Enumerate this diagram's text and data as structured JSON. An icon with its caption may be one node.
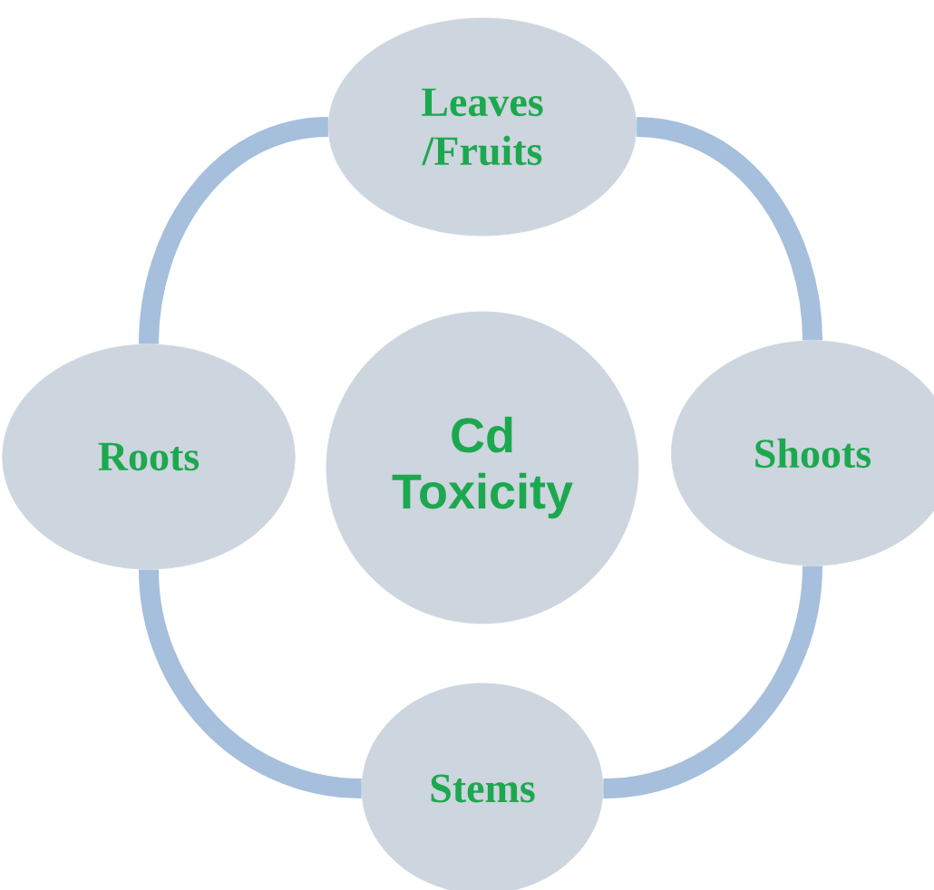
{
  "diagram": {
    "nodes": [
      {
        "text": [
          "Cd Toxicity"
        ]
      },
      {
        "text": [
          "Leaves /Fruits"
        ]
      },
      {
        "text": [
          "Shoots"
        ]
      },
      {
        "text": [
          "Stems"
        ]
      },
      {
        "text": [
          "Roots"
        ]
      }
    ],
    "edges": [
      {
        "from": 1,
        "to": 2,
        "arrow": "none"
      },
      {
        "from": 2,
        "to": 3,
        "arrow": "none"
      },
      {
        "from": 3,
        "to": 4,
        "arrow": "none"
      },
      {
        "from": 4,
        "to": 1,
        "arrow": "none"
      }
    ]
  }
}
